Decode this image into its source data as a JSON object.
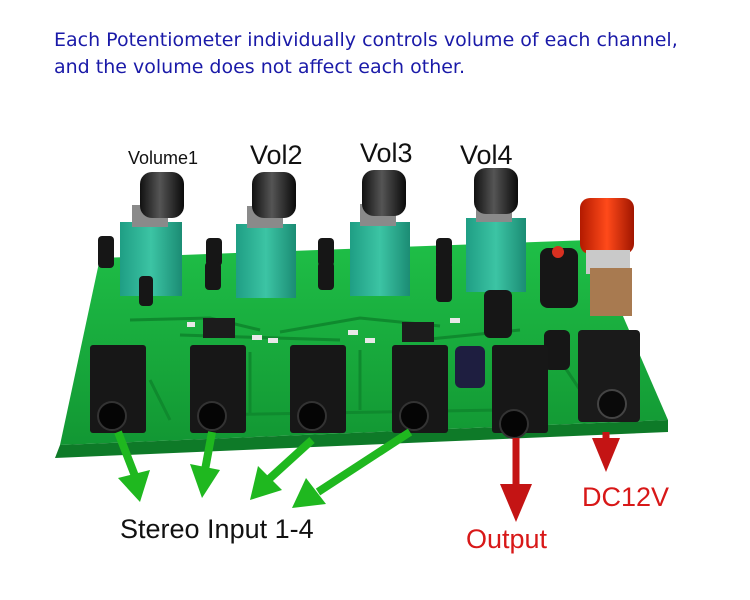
{
  "caption": {
    "line1": "Each Potentiometer individually controls volume of each channel,",
    "line2": "and the volume does not affect each other."
  },
  "labels": {
    "volume1": "Volume1",
    "vol2": "Vol2",
    "vol3": "Vol3",
    "vol4": "Vol4",
    "stereo_input": "Stereo Input 1-4",
    "output": "Output",
    "dc": "DC12V"
  },
  "colors": {
    "caption": "#1a1aa8",
    "board": "#15a63a",
    "input_arrow": "#1fb81f",
    "output_arrow": "#c41414"
  }
}
